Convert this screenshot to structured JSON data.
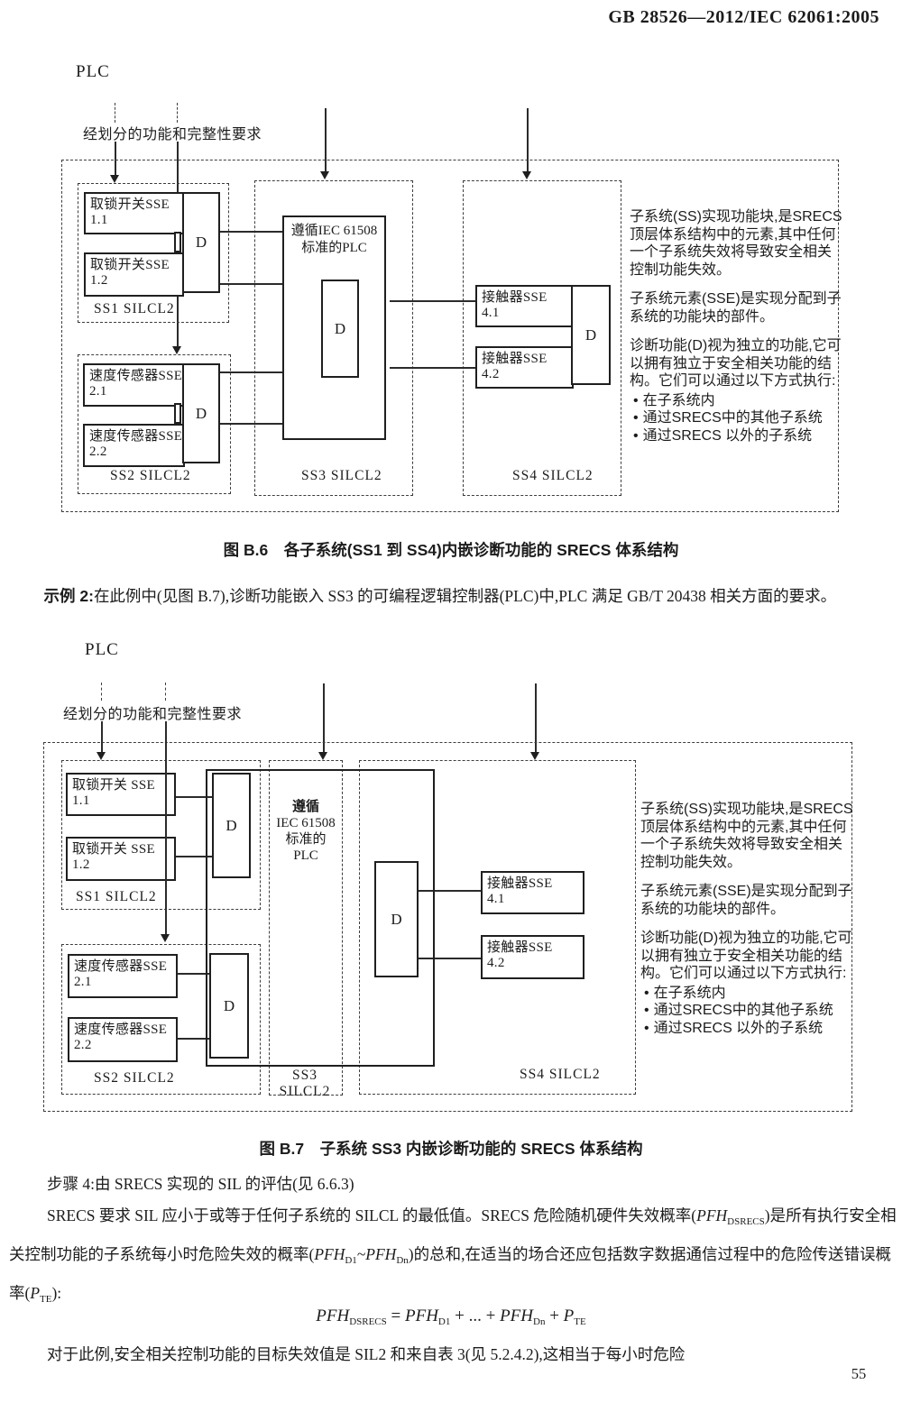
{
  "header": {
    "standard_number": "GB 28526—2012/IEC 62061:2005"
  },
  "f6": {
    "plc": "PLC",
    "partition": "经划分的功能和完整性要求",
    "ss1_sse1_l1": "取锁开关SSE",
    "ss1_sse1_l2": "1.1",
    "ss1_sse2_l1": "取锁开关SSE",
    "ss1_sse2_l2": "1.2",
    "ss1_d": "D",
    "ss1_label": "SS1 SILCL2",
    "ss2_sse1_l1": "速度传感器SSE",
    "ss2_sse1_l2": "2.1",
    "ss2_sse2_l1": "速度传感器SSE",
    "ss2_sse2_l2": "2.2",
    "ss2_d": "D",
    "ss2_label": "SS2 SILCL2",
    "plcbox_l1": "遵循IEC 61508",
    "plcbox_l2": "标准的PLC",
    "ss3_d": "D",
    "ss3_label": "SS3 SILCL2",
    "ss4_sse1_l1": "接触器SSE",
    "ss4_sse1_l2": "4.1",
    "ss4_sse2_l1": "接触器SSE",
    "ss4_sse2_l2": "4.2",
    "ss4_d": "D",
    "ss4_label": "SS4 SILCL2",
    "caption": "图 B.6　各子系统(SS1 到 SS4)内嵌诊断功能的 SRECS 体系结构"
  },
  "note": {
    "p1": "子系统(SS)实现功能块,是SRECS顶层体系结构中的元素,其中任何一个子系统失效将导致安全相关控制功能失效。",
    "p2": "子系统元素(SSE)是实现分配到子系统的功能块的部件。",
    "p3": "诊断功能(D)视为独立的功能,它可以拥有独立于安全相关功能的结构。它们可以通过以下方式执行:",
    "bullet": "•",
    "b1": "在子系统内",
    "b2": "通过SRECS中的其他子系统",
    "b3": "通过SRECS 以外的子系统"
  },
  "example": {
    "label": "示例 2:",
    "text": "在此例中(见图 B.7),诊断功能嵌入 SS3 的可编程逻辑控制器(PLC)中,PLC 满足 GB/T 20438 相关方面的要求。"
  },
  "f7": {
    "plc": "PLC",
    "partition": "经划分的功能和完整性要求",
    "ss1_sse1_l1": "取锁开关 SSE",
    "ss1_sse1_l2": "1.1",
    "ss1_sse2_l1": "取锁开关 SSE",
    "ss1_sse2_l2": "1.2",
    "ss1_d": "D",
    "ss1_label": "SS1 SILCL2",
    "ss2_sse1_l1": "速度传感器SSE",
    "ss2_sse1_l2": "2.1",
    "ss2_sse2_l1": "速度传感器SSE",
    "ss2_sse2_l2": "2.2",
    "ss2_d": "D",
    "ss2_label": "SS2 SILCL2",
    "ss3_l1": "遵循",
    "ss3_l2": "IEC 61508",
    "ss3_l3": "标准的",
    "ss3_l4": "PLC",
    "ss3_label_l1": "SS3",
    "ss3_label_l2": "SILCL2",
    "ss4_d": "D",
    "ss4_sse1_l1": "接触器SSE",
    "ss4_sse1_l2": "4.1",
    "ss4_sse2_l1": "接触器SSE",
    "ss4_sse2_l2": "4.2",
    "ss4_label": "SS4 SILCL2",
    "caption": "图 B.7　子系统 SS3 内嵌诊断功能的 SRECS 体系结构"
  },
  "body": {
    "step4": "步骤 4:由 SRECS 实现的 SIL 的评估(见 6.6.3)",
    "p1_t1": "SRECS 要求 SIL 应小于或等于任何子系统的 SILCL 的最低值。SRECS 危险随机硬件失效概率(",
    "p1_v1": "PFH",
    "p1_s1": "DSRECS",
    "p1_t2": ")是所有执行安全相关控制功能的子系统每小时危险失效的概率(",
    "p1_v2": "PFH",
    "p1_s2": "D1",
    "p1_t3": "~",
    "p1_v3": "PFH",
    "p1_s3": "Dn",
    "p1_t4": ")的总和,在适当的场合还应包括数字数据通信过程中的危险传送错误概率(",
    "p1_v4": "P",
    "p1_s4": "TE",
    "p1_t5": "):",
    "f_v1": "PFH",
    "f_s1": "DSRECS",
    "f_op1": "=",
    "f_v2": "PFH",
    "f_s2": "D1",
    "f_op2": "+",
    "f_dots": "...",
    "f_op3": "+",
    "f_v3": "PFH",
    "f_s3": "Dn",
    "f_op4": "+",
    "f_v4": "P",
    "f_s4": "TE",
    "p2": "对于此例,安全相关控制功能的目标失效值是 SIL2 和来自表 3(见 5.2.4.2),这相当于每小时危险",
    "page": "55"
  }
}
